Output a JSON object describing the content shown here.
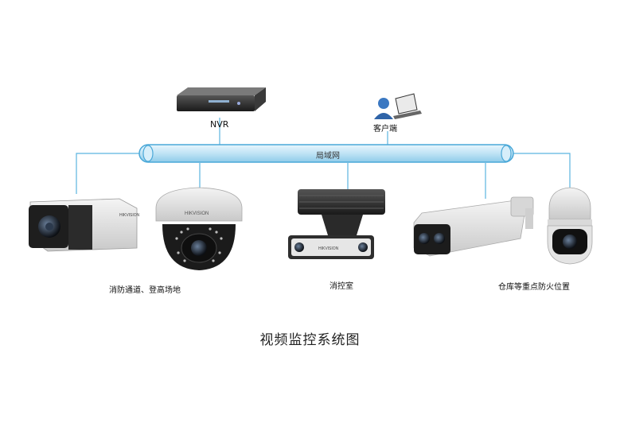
{
  "diagram": {
    "caption": "视频监控系统图",
    "network_label": "局域网",
    "nodes": {
      "nvr": {
        "label": "NVR"
      },
      "client": {
        "label": "客户端"
      }
    },
    "camera_groups": [
      {
        "label": "消防通道、登高场地"
      },
      {
        "label": "消控室"
      },
      {
        "label": "仓库等重点防火位置"
      }
    ],
    "camera_brand": "HIKVISION",
    "colors": {
      "bus_fill": "#bfe3f5",
      "bus_stroke": "#4aa8d8",
      "link_line": "#5ab4e0"
    }
  }
}
